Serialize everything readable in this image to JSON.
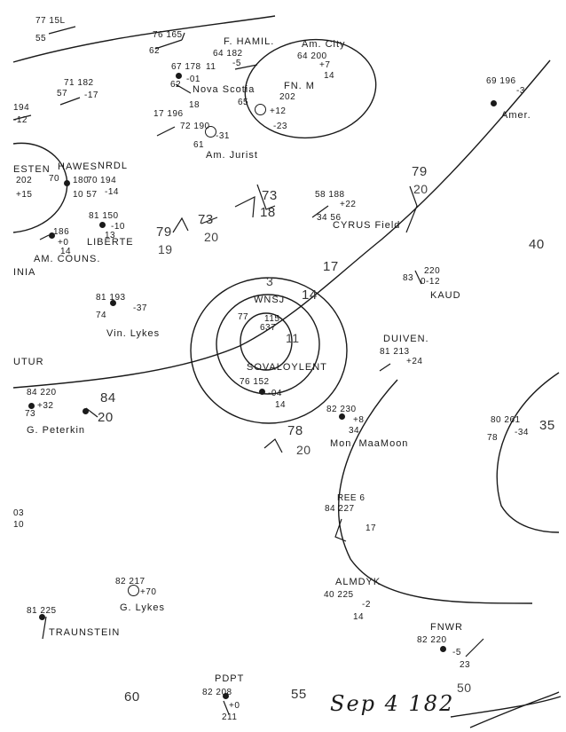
{
  "map": {
    "date": "Sep 4 182",
    "isobar_labels": {
      "i17": "17",
      "i14": "14",
      "i11": "11",
      "i3": "3",
      "i40": "40",
      "i35": "35",
      "i60": "60",
      "i55": "55",
      "i50": "50",
      "i84": "84",
      "i20a": "20",
      "i78": "78",
      "i20b": "20",
      "i79a": "79",
      "i20c": "20",
      "i79b": "79",
      "i19": "19",
      "i73a": "73",
      "i20d": "20",
      "i73b": "73",
      "i18a": "18"
    },
    "stations": {
      "s_topleft": {
        "l1": "77 15L",
        "l2": "55"
      },
      "s_fhamil": {
        "name": "F. HAMIL.",
        "l1": "76 165",
        "l2": "62",
        "l3": "64 182",
        "l4": "-5",
        "l5": "11"
      },
      "s_amcity": {
        "name": "Am. City",
        "l1": "64 200",
        "l2": "+7",
        "l3": "14"
      },
      "s_novascotia": {
        "name": "Nova Scotia",
        "l1": "67 178",
        "l2": "-01",
        "l3": "62"
      },
      "s_fnm": {
        "name": "FN. M",
        "l1": "202",
        "l2": "65",
        "l3": "+12",
        "l4": "-23"
      },
      "s_amjurist": {
        "name": "Am. Jurist",
        "l1": "17 196",
        "l2": "18",
        "l3": "72 190",
        "l4": "-31",
        "l5": "61"
      },
      "s_left1": {
        "l1": "71 182",
        "l2": "57",
        "l3": "-17"
      },
      "s_left2": {
        "l1": "194",
        "l2": "-12"
      },
      "s_amer": {
        "name": "Amer.",
        "l1": "69 196",
        "l2": "-3"
      },
      "s_hawes": {
        "name": "HAWES",
        "l1": "70",
        "l2": "180",
        "l3": "70",
        "l4": "10 57"
      },
      "s_nrdl": {
        "name": "NRDL",
        "l1": "194",
        "l2": "-14"
      },
      "s_esten": {
        "name": "ESTEN",
        "l1": "202",
        "l2": "+15"
      },
      "s_libert": {
        "name": "LIBERTE",
        "l1": "81 150",
        "l2": "-10",
        "l3": "13"
      },
      "s_amcouns": {
        "name": "AM. COUNS.",
        "l1": "186",
        "l2": "+0",
        "l3": "14"
      },
      "s_inia": {
        "name": "INIA"
      },
      "s_cyrus": {
        "name": "CYRUS Field",
        "l1": "58 188",
        "l2": "+22",
        "l3": "34 56"
      },
      "s_kaud": {
        "name": "KAUD",
        "l1": "220",
        "l2": "83",
        "l3": "0-12"
      },
      "s_vinlykes": {
        "name": "Vin. Lykes",
        "l1": "81 193",
        "l2": "-37",
        "l3": "74"
      },
      "s_wnsj": {
        "name": "WNSJ",
        "l1": "77",
        "l2": "115",
        "l3": "637"
      },
      "s_sovaloylent": {
        "name": "SOVALOYLENT",
        "l1": "76 152",
        "l2": "-04",
        "l3": "14"
      },
      "s_duiven": {
        "name": "DUIVEN.",
        "l1": "81 213",
        "l2": "+24"
      },
      "s_utur": {
        "name": "UTUR",
        "l1": "84 220",
        "l2": "+32",
        "l3": "73"
      },
      "s_gpeterkin": {
        "name": "G. Peterkin"
      },
      "s_monmaamoon": {
        "name": "Mon. MaaMoon",
        "l1": "82 230",
        "l2": "+8",
        "l3": "34"
      },
      "s_right": {
        "l1": "80 261",
        "l2": "78",
        "l3": "-34"
      },
      "s_03": {
        "l1": "03",
        "l2": "10"
      },
      "s_ree6": {
        "l1": "REE 6",
        "l2": "84 227",
        "l3": "17"
      },
      "s_glykes": {
        "name": "G. Lykes",
        "l1": "82 217",
        "l2": "+70"
      },
      "s_almdyk": {
        "name": "ALMDYK",
        "l1": "40 225",
        "l2": "-2",
        "l3": "14"
      },
      "s_traunstein": {
        "name": "TRAUNSTEIN",
        "l1": "81 225"
      },
      "s_fnwr": {
        "name": "FNWR",
        "l1": "82 220",
        "l2": "-5",
        "l3": "23"
      },
      "s_pdpt": {
        "name": "PDPT",
        "l1": "82 208",
        "l2": "+0",
        "l3": "211"
      }
    }
  }
}
